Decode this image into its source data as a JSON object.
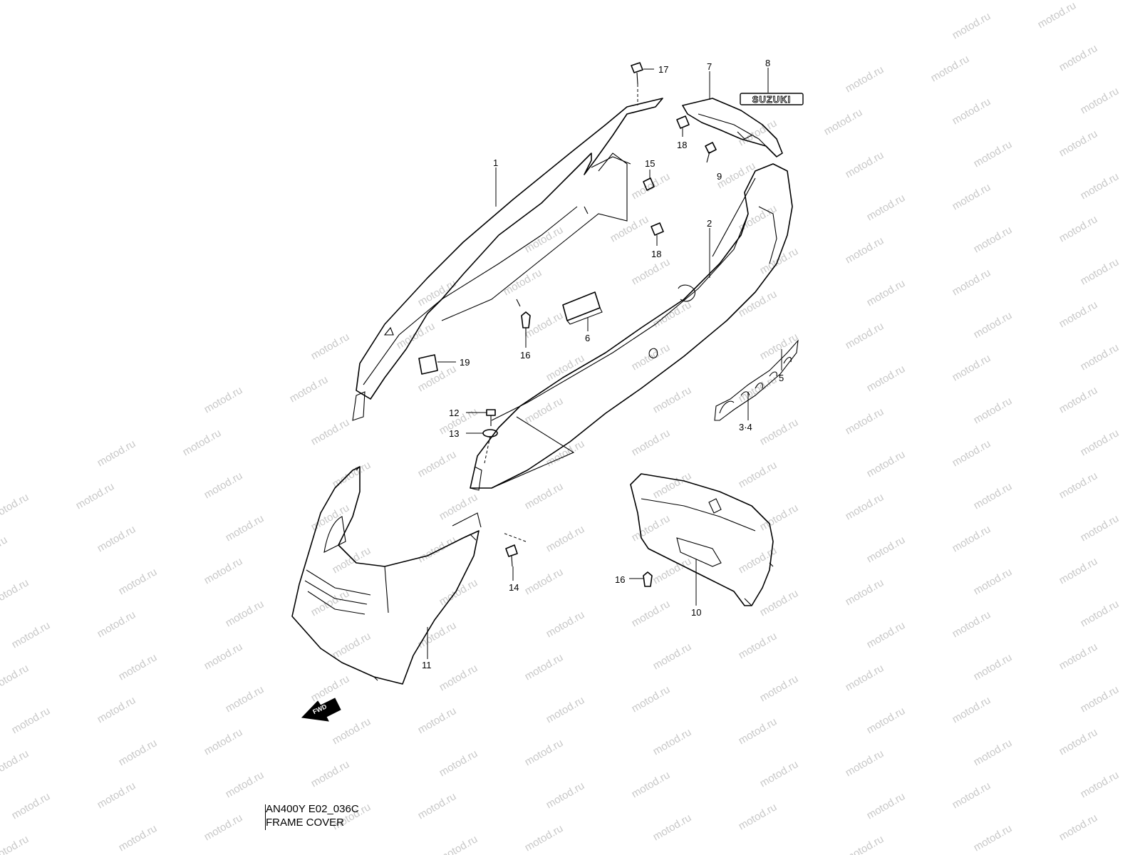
{
  "watermark_text": "motod.ru",
  "caption": {
    "code": "AN400Y E02_036C",
    "title": "FRAME COVER"
  },
  "emblems": {
    "suzuki": "SUZUKI",
    "fwd": "FWD"
  },
  "callouts": {
    "c1": "1",
    "c2": "2",
    "c34": "3·4",
    "c5": "5",
    "c6": "6",
    "c7": "7",
    "c8": "8",
    "c9": "9",
    "c10": "10",
    "c11": "11",
    "c12": "12",
    "c13": "13",
    "c14": "14",
    "c15": "15",
    "c16a": "16",
    "c16b": "16",
    "c17": "17",
    "c18a": "18",
    "c18b": "18",
    "c19": "19"
  }
}
